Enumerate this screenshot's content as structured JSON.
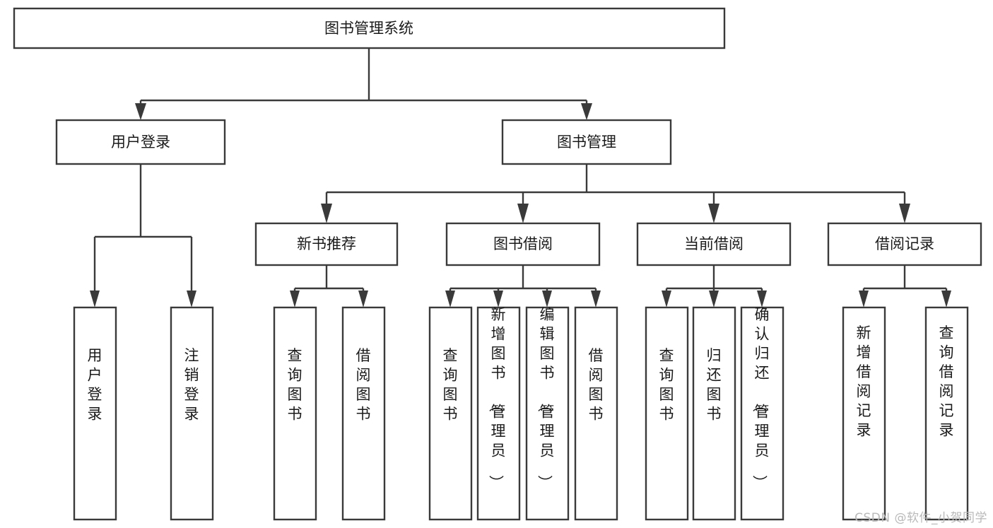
{
  "diagram": {
    "type": "tree",
    "title": "图书管理系统",
    "orientation": "top-down",
    "watermark": "CSDN @软件_小贺同学",
    "colors": {
      "box_stroke": "#3a3a3a",
      "box_fill": "#ffffff",
      "connector": "#3a3a3a",
      "text": "#1a1a1a",
      "watermark": "#b9b9b9",
      "background": "#ffffff"
    },
    "root": {
      "label": "图书管理系统"
    },
    "level1": [
      {
        "label": "用户登录"
      },
      {
        "label": "图书管理"
      }
    ],
    "level2": [
      {
        "label": "新书推荐",
        "parent": "图书管理"
      },
      {
        "label": "图书借阅",
        "parent": "图书管理"
      },
      {
        "label": "当前借阅",
        "parent": "图书管理"
      },
      {
        "label": "借阅记录",
        "parent": "图书管理"
      }
    ],
    "leaves": {
      "用户登录": [
        {
          "label": "用户登录"
        },
        {
          "label": "注销登录"
        }
      ],
      "新书推荐": [
        {
          "label": "查询图书"
        },
        {
          "label": "借阅图书"
        }
      ],
      "图书借阅": [
        {
          "label": "查询图书"
        },
        {
          "label": "新增图书（管理员）"
        },
        {
          "label": "编辑图书（管理员）"
        },
        {
          "label": "借阅图书"
        }
      ],
      "当前借阅": [
        {
          "label": "查询图书"
        },
        {
          "label": "归还图书"
        },
        {
          "label": "确认归还（管理员）"
        }
      ],
      "借阅记录": [
        {
          "label": "新增借阅记录"
        },
        {
          "label": "查询借阅记录"
        }
      ]
    }
  }
}
